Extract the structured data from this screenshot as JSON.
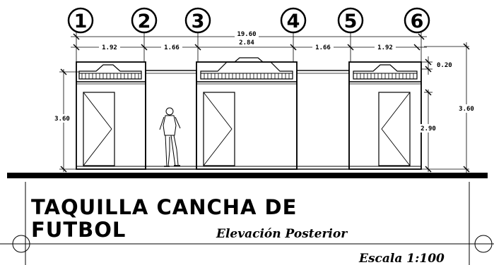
{
  "axes": [
    "1",
    "2",
    "3",
    "4",
    "5",
    "6"
  ],
  "dimensions": {
    "total_width": "19.60",
    "module_1_2": "1.92",
    "module_2_3": "1.66",
    "module_3_4": "2.84",
    "module_4_5": "1.66",
    "module_5_6": "1.92",
    "parapet": "0.20",
    "left_height": "3.60",
    "right_height": "3.60",
    "door_height": "2.90"
  },
  "title": {
    "line1": "TAQUILLA  CANCHA DE",
    "line2": "FUTBOL",
    "subtitle": "Elevación Posterior",
    "scale": "Escala 1:100"
  }
}
